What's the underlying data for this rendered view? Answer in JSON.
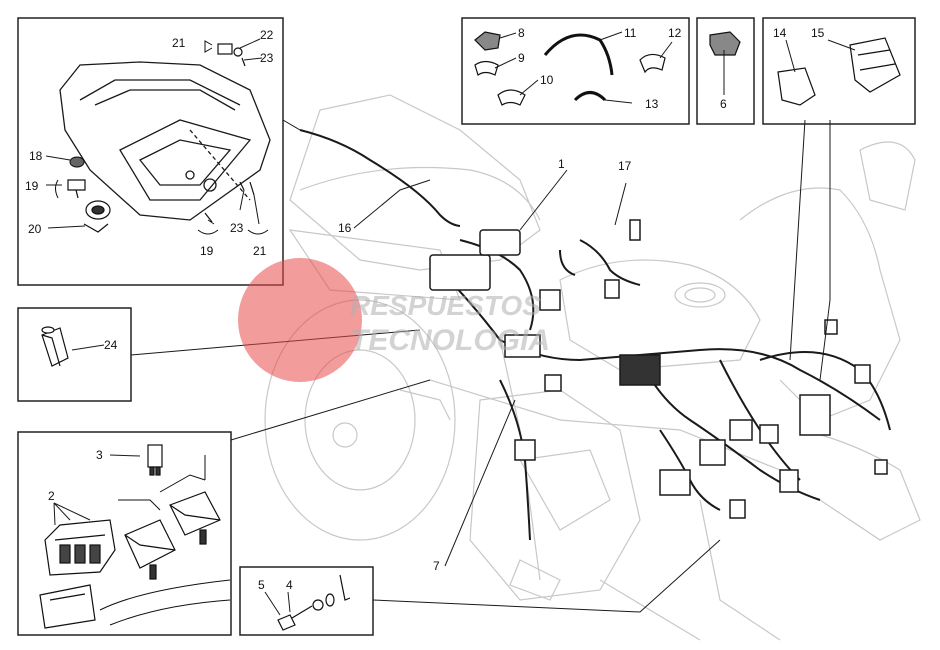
{
  "diagram": {
    "callouts": {
      "c1": "1",
      "c2": "2",
      "c3": "3",
      "c4": "4",
      "c5": "5",
      "c6": "6",
      "c7": "7",
      "c8": "8",
      "c9": "9",
      "c10": "10",
      "c11": "11",
      "c12": "12",
      "c13": "13",
      "c14": "14",
      "c15": "15",
      "c16": "16",
      "c17": "17",
      "c18": "18",
      "c19a": "19",
      "c19b": "19",
      "c20": "20",
      "c21a": "21",
      "c21b": "21",
      "c22": "22",
      "c23a": "23",
      "c23b": "23",
      "c24": "24"
    },
    "watermark": {
      "line1": "RESPUESTOS",
      "line2": "TECNOLOGIA"
    },
    "colors": {
      "line": "#1a1a1a",
      "watermark_red": "#e84a4a"
    }
  }
}
